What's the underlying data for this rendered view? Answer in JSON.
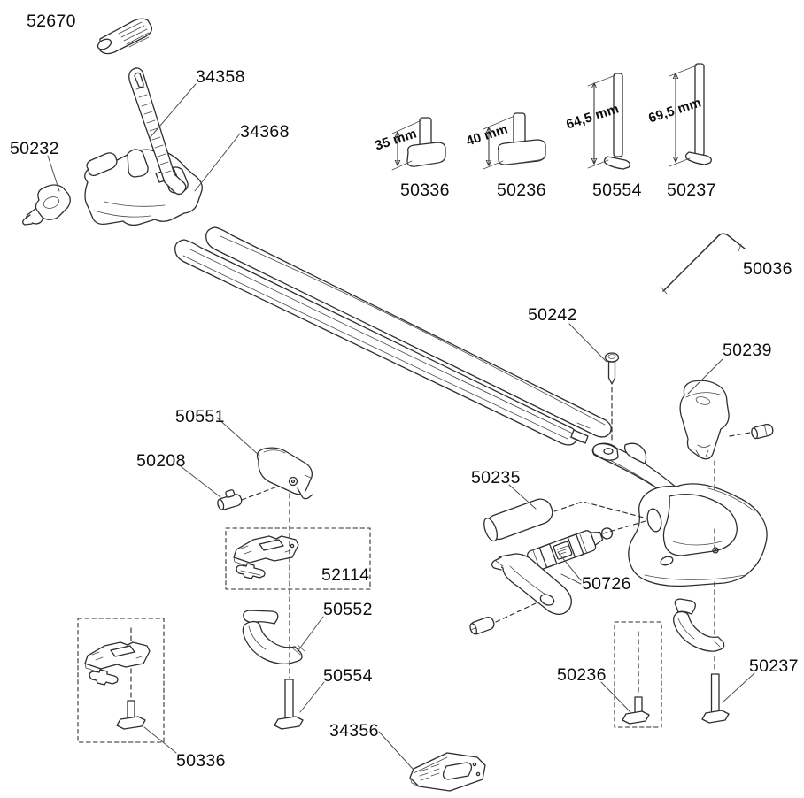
{
  "style": {
    "background": "#ffffff",
    "line_color": "#2e2e2e",
    "label_color": "#0d0d0d"
  },
  "parts": {
    "p52670": "52670",
    "p34358": "34358",
    "p34368": "34368",
    "p50232": "50232",
    "p50336_top": "50336",
    "p50236_top": "50236",
    "p50554_top": "50554",
    "p50237_top": "50237",
    "p50036": "50036",
    "p50242": "50242",
    "p50239": "50239",
    "p50551": "50551",
    "p50208": "50208",
    "p50235": "50235",
    "p52114": "52114",
    "p50726": "50726",
    "p50552": "50552",
    "p50554_bottom": "50554",
    "p34356": "34356",
    "p50236_bottom": "50236",
    "p50237_bottom": "50237",
    "p50336_bottom": "50336"
  },
  "dimensions": {
    "d50336": "35 mm",
    "d50236": "40 mm",
    "d50554": "64,5 mm",
    "d50237": "69,5 mm"
  }
}
